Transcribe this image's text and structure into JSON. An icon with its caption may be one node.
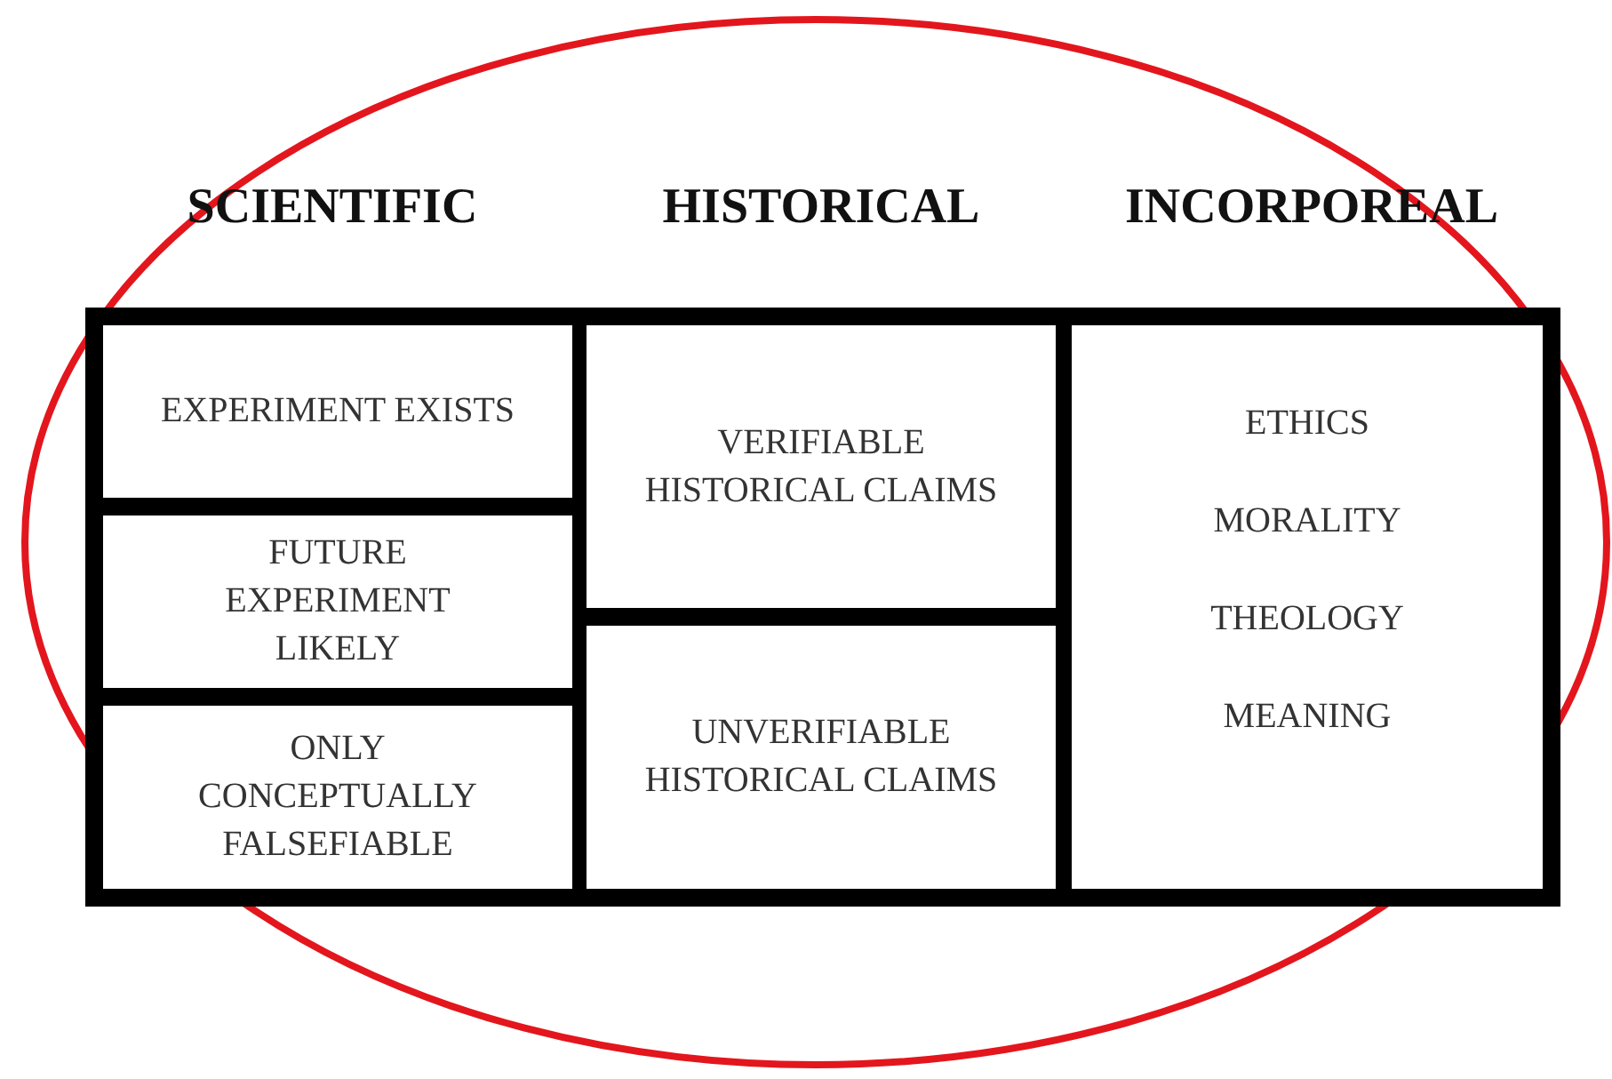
{
  "diagram": {
    "nodes": [
      {
        "text": [
          "SCIENTIFIC"
        ]
      },
      {
        "text": [
          "EXPERIMENT EXISTS"
        ],
        "in": 0
      },
      {
        "text": [
          "FUTURE EXPERIMENT LIKELY"
        ],
        "in": 0
      },
      {
        "text": [
          "ONLY CONCEPTUALLY FALSEFIABLE"
        ],
        "in": 0
      },
      {
        "text": [
          "HISTORICAL"
        ]
      },
      {
        "text": [
          "VERIFIABLE HISTORICAL CLAIMS"
        ],
        "in": 4
      },
      {
        "text": [
          "UNVERIFIABLE HISTORICAL CLAIMS"
        ],
        "in": 4
      },
      {
        "text": [
          "INCORPOREAL",
          "ETHICS",
          "MORALITY",
          "THEOLOGY",
          "MEANING"
        ]
      }
    ],
    "edges": []
  }
}
